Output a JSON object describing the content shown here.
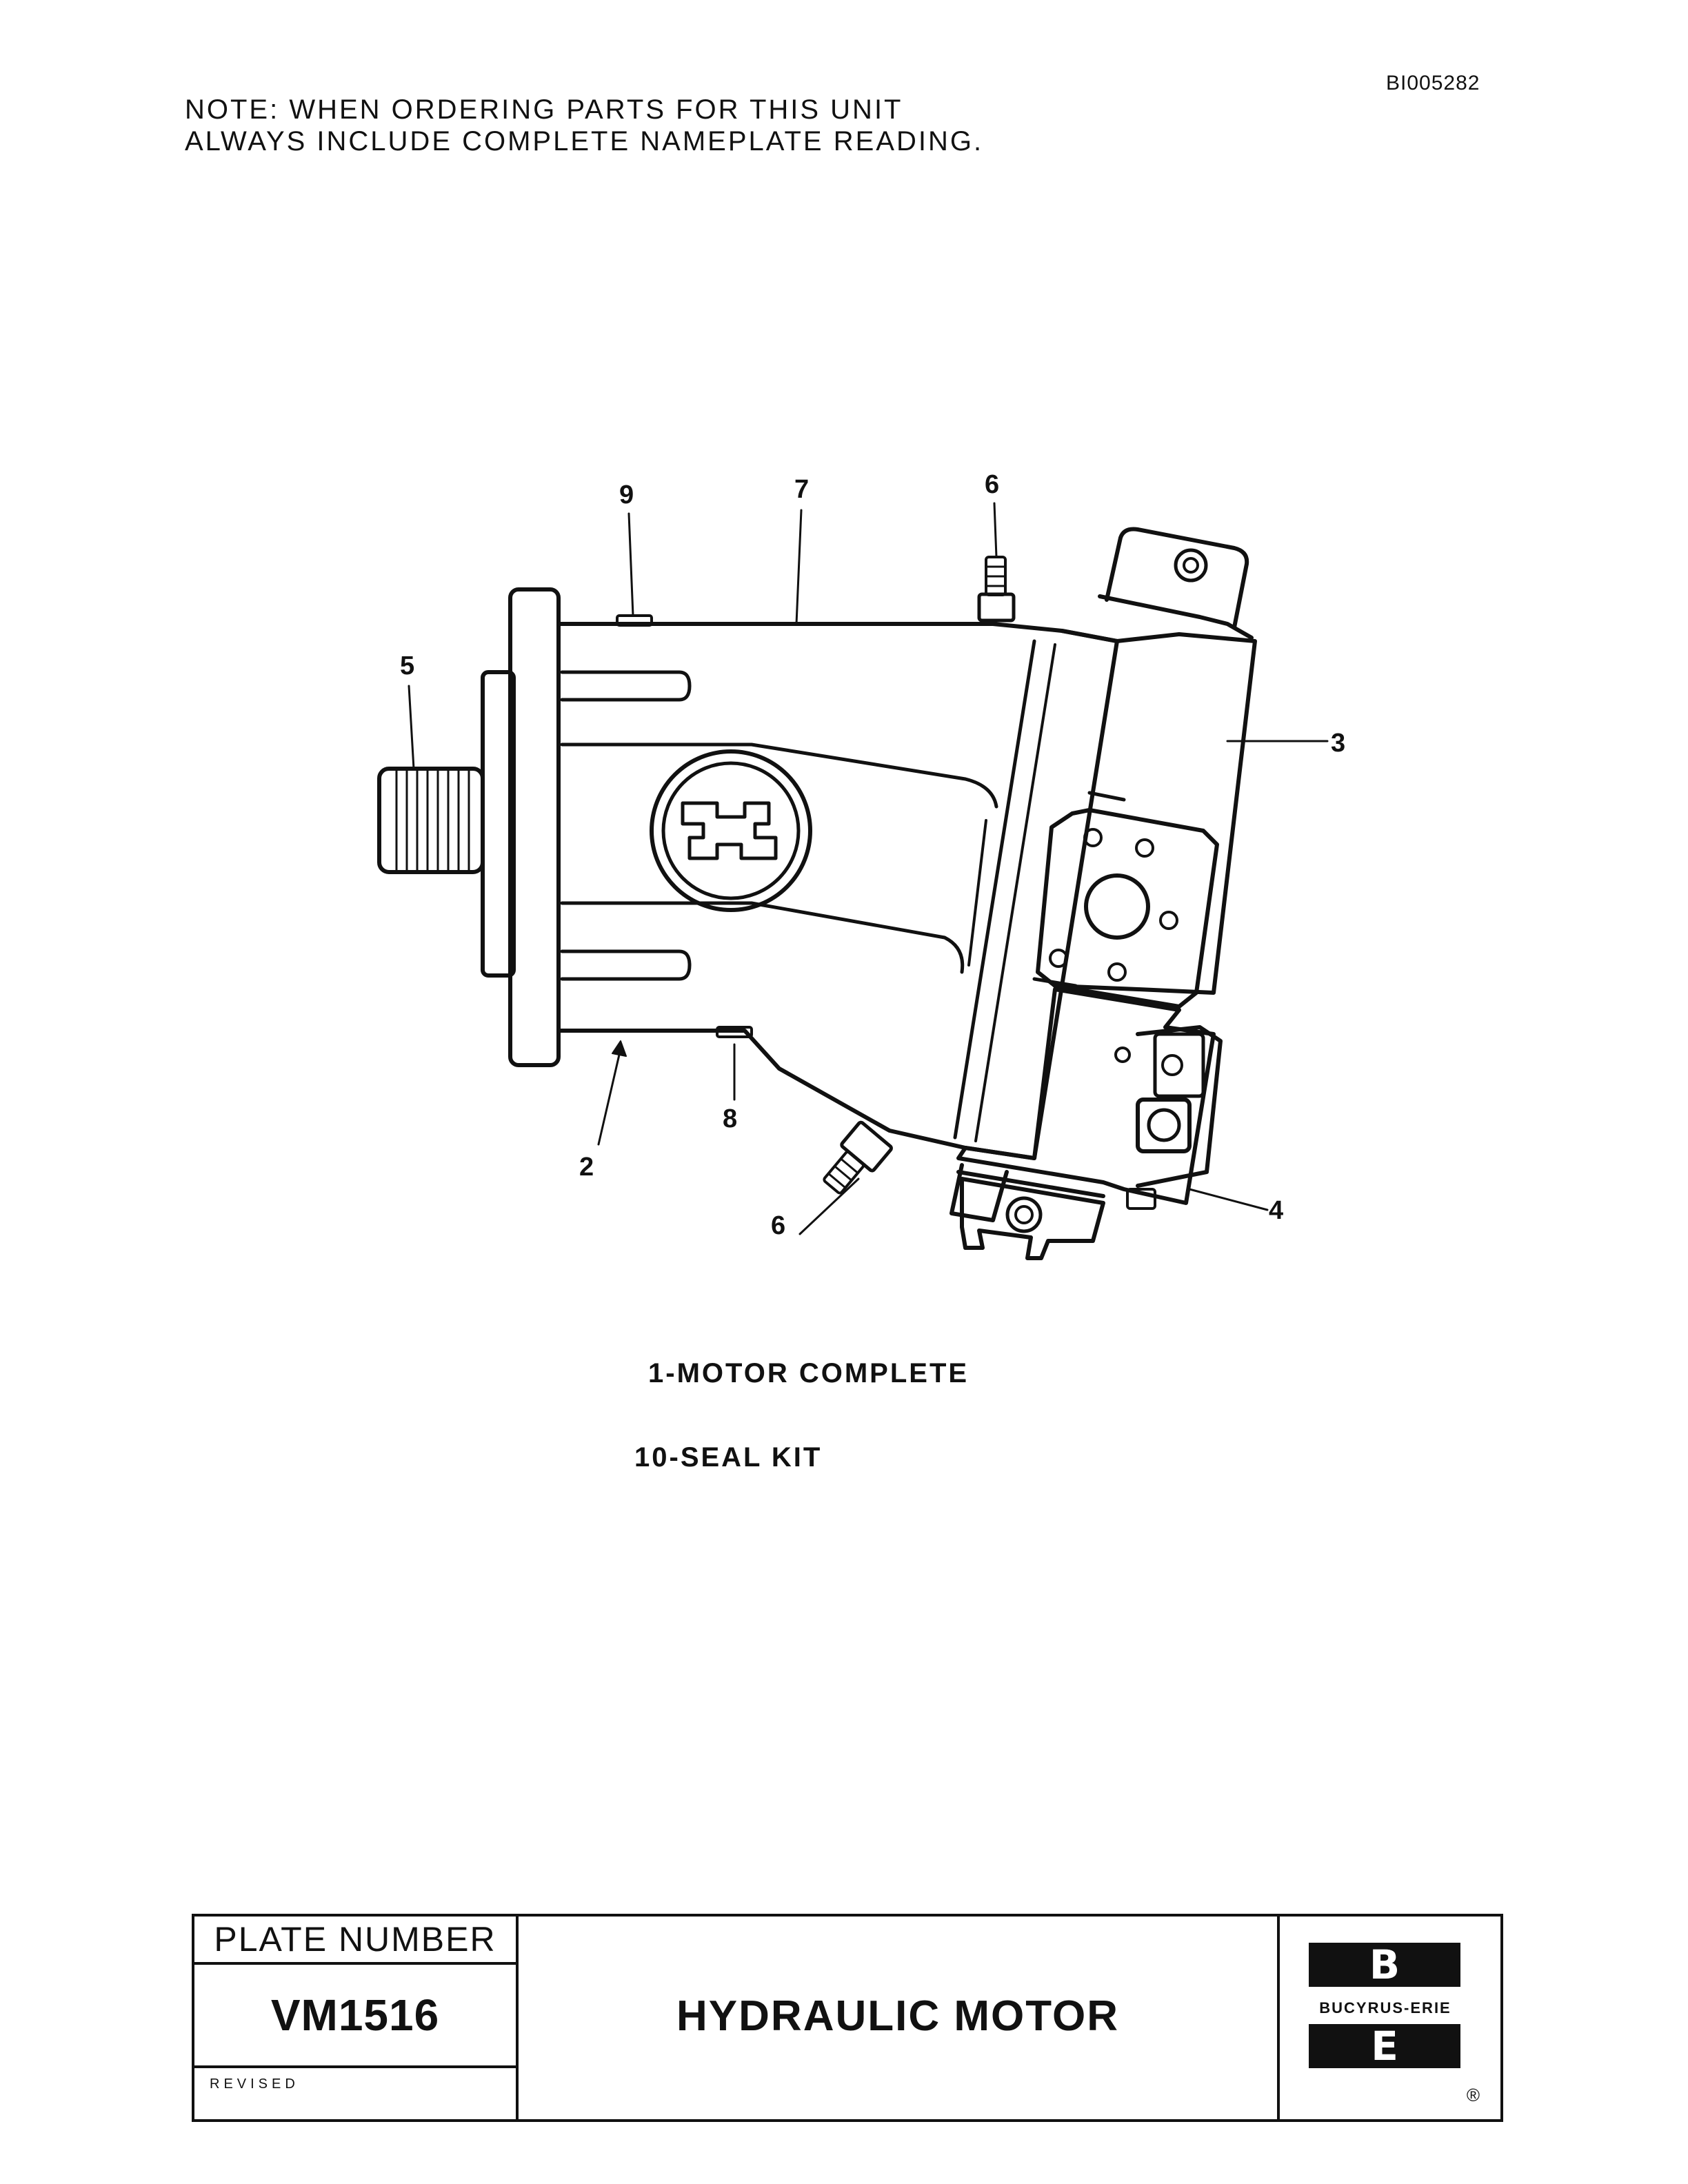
{
  "document": {
    "id": "BI005282",
    "note_line1": "NOTE:  WHEN ORDERING PARTS FOR THIS UNIT",
    "note_line2": "ALWAYS INCLUDE COMPLETE NAMEPLATE READING."
  },
  "drawing": {
    "callouts": [
      "9",
      "7",
      "6",
      "5",
      "3",
      "2",
      "8",
      "6",
      "4"
    ]
  },
  "parts_list": [
    "1-MOTOR  COMPLETE",
    "10-SEAL  KIT"
  ],
  "title_block": {
    "plate_number_label": "PLATE NUMBER",
    "plate_number": "VM1516",
    "revised_label": "REVISED",
    "title": "HYDRAULIC  MOTOR",
    "logo_top_letter": "B",
    "logo_company": "BUCYRUS-ERIE",
    "logo_bottom_letter": "E",
    "logo_registered": "®"
  }
}
